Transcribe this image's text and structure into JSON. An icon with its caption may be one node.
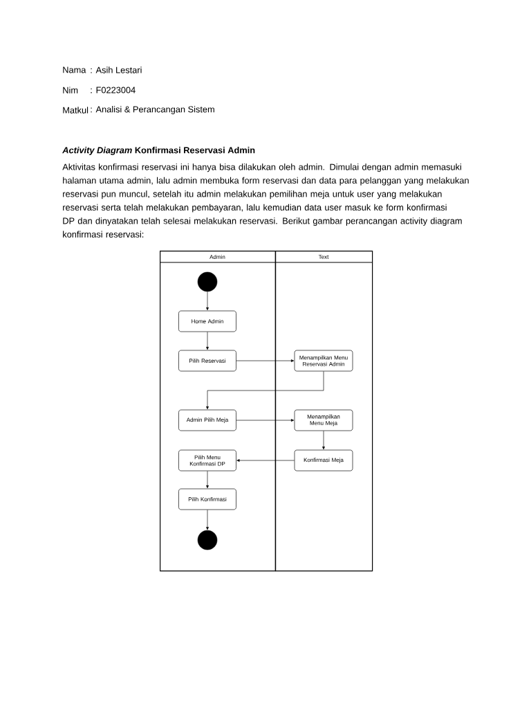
{
  "diagram": {
    "title": "*Activity Diagram* Konfirmasi Reservasi Admin",
    "nodes": [
      {
        "text": [
          "Admin"
        ]
      },
      {
        "text": [
          "Text"
        ]
      },
      {
        "text": [],
        "shape": "circle",
        "in": 0
      },
      {
        "text": [
          "Home Admin"
        ],
        "in": 0
      },
      {
        "text": [
          "Pilih Reservasi"
        ],
        "in": 0
      },
      {
        "text": [
          "Menampilkan Menu Reservasi Admin"
        ],
        "in": 1
      },
      {
        "text": [
          "Admin Pilih Meja"
        ],
        "in": 0
      },
      {
        "text": [
          "Menampilkan Menu Meja"
        ],
        "in": 1
      },
      {
        "text": [
          "Konfirmasi Meja"
        ],
        "in": 1
      },
      {
        "text": [
          "Pilih Menu Konfirmasi DP"
        ],
        "in": 0
      },
      {
        "text": [
          "Pilih Konfirmasi"
        ],
        "in": 0
      },
      {
        "text": [],
        "shape": "circle",
        "in": 0
      }
    ],
    "edges": [
      {
        "from": 2,
        "to": 3,
        "arrow": "to"
      },
      {
        "from": 3,
        "to": 4,
        "arrow": "to"
      },
      {
        "from": 4,
        "to": 5,
        "arrow": "to"
      },
      {
        "from": 5,
        "to": 6,
        "arrow": "to"
      },
      {
        "from": 6,
        "to": 7,
        "arrow": "to"
      },
      {
        "from": 7,
        "to": 8,
        "arrow": "to"
      },
      {
        "from": 8,
        "to": 9,
        "arrow": "to"
      },
      {
        "from": 9,
        "to": 10,
        "arrow": "to"
      },
      {
        "from": 10,
        "to": 11,
        "arrow": "to"
      }
    ],
    "labels": [
      "Nama",
      ": Asih Lestari",
      "Nim",
      ": F0223004",
      "Matkul",
      ": Analisi & Perancangan Sistem",
      "Aktivitas konfirmasi reservasi ini hanya bisa dilakukan oleh admin. Dimulai dengan admin memasuki halaman utama admin, lalu admin membuka form reservasi dan data para pelanggan yang melakukan reservasi pun muncul, setelah itu admin melakukan pemilihan meja untuk user yang melakukan reservasi serta telah melakukan pembayaran, lalu kemudian data user masuk ke form konfirmasi DP dan dinyatakan telah selesai melakukan reservasi. Berikut gambar perancangan activity diagram konfirmasi reservasi:"
    ]
  }
}
